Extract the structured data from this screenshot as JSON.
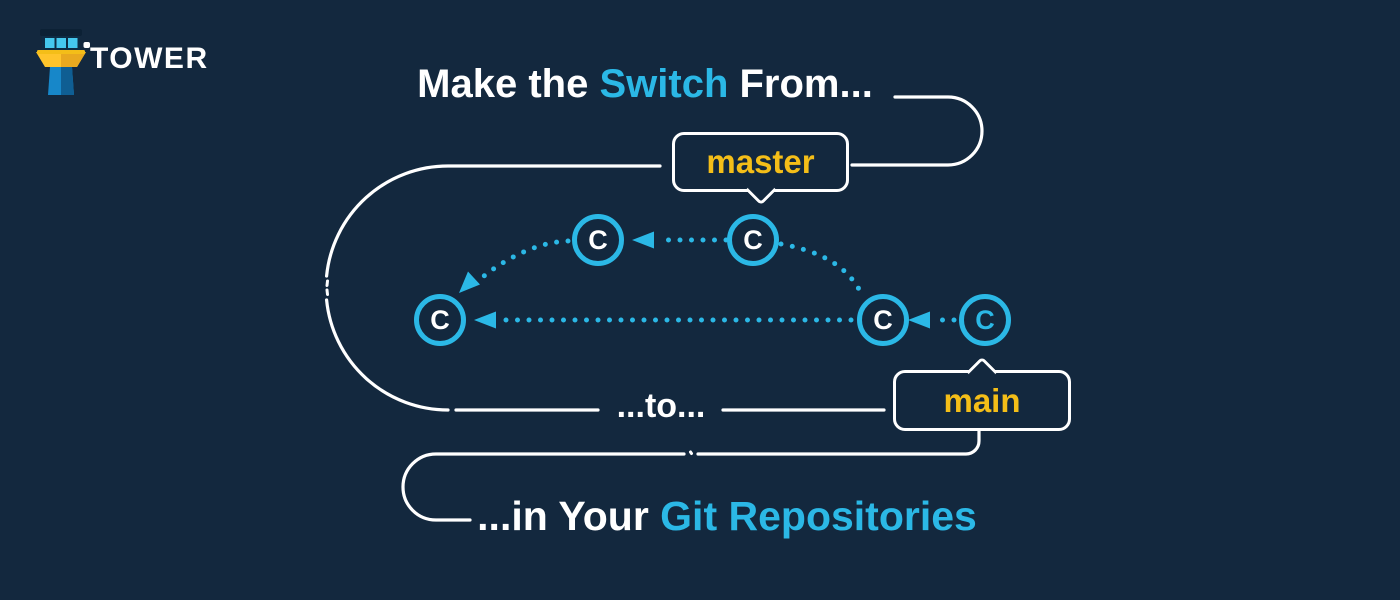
{
  "colors": {
    "background": "#13283E",
    "accent_cyan": "#2BB8E6",
    "accent_yellow": "#F4BE18",
    "text_white": "#FFFFFF"
  },
  "logo": {
    "brand": "TOWER"
  },
  "headline": {
    "pre": "Make the ",
    "highlight": "Switch",
    "post": " From..."
  },
  "branch_labels": {
    "old": "master",
    "new": "main"
  },
  "connector": {
    "to": "...to..."
  },
  "footer": {
    "pre": "...in Your ",
    "highlight": "Git Repositories"
  },
  "graph": {
    "commits": [
      {
        "label": "C"
      },
      {
        "label": "C"
      },
      {
        "label": "C"
      },
      {
        "label": "C"
      },
      {
        "label": "C"
      }
    ]
  }
}
